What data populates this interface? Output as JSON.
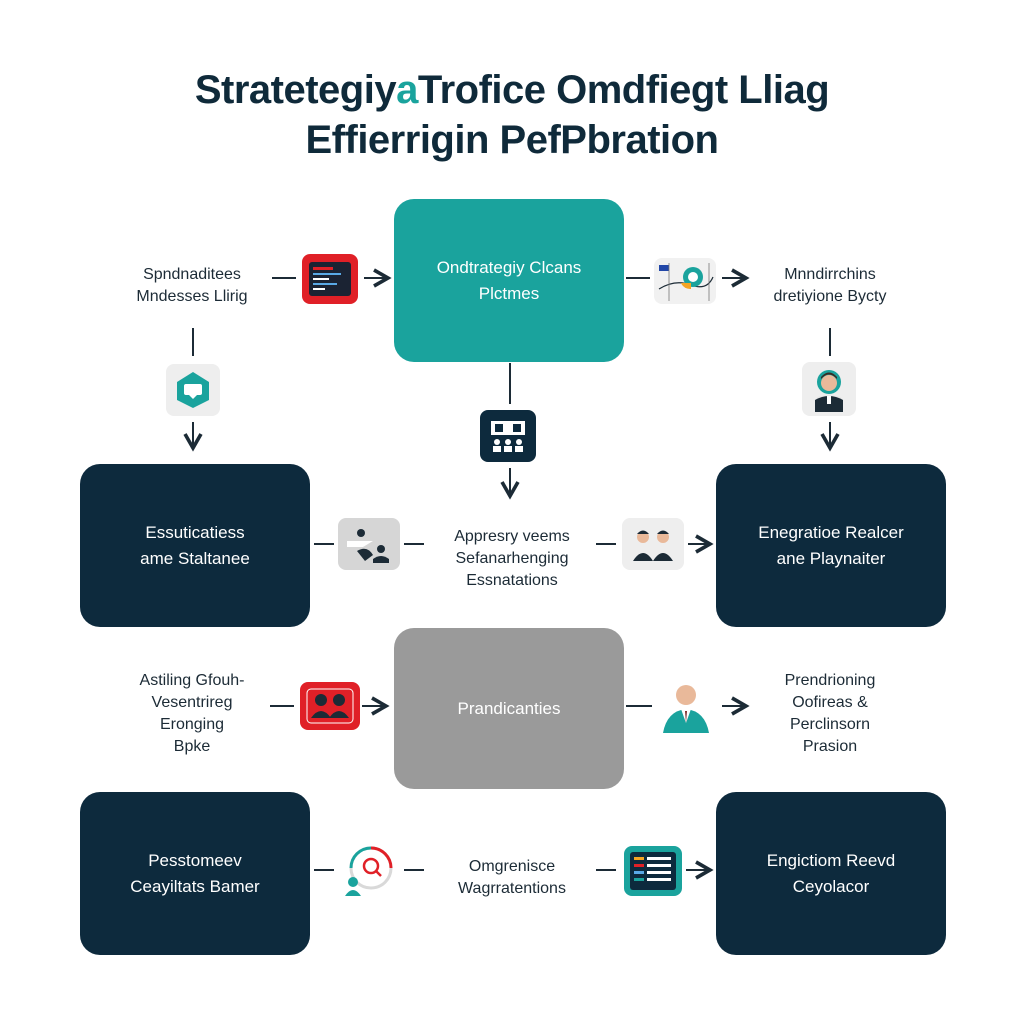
{
  "title": {
    "line1_a": "Stratetegiy",
    "line1_accent": "a",
    "line1_b": "Trofice Omdfiegt Lliag",
    "line2": "Effierrigin PefPbration"
  },
  "boxes": {
    "top_center": [
      "Ondtrategiy Clcans",
      "Plctmes"
    ],
    "mid_left": [
      "Essuticatiess",
      "ame Staltanee"
    ],
    "mid_right": [
      "Enegratioe Realcer",
      "ane Playnaiter"
    ],
    "center_gray": [
      "Prandicanties"
    ],
    "bot_left": [
      "Pesstomeev",
      "Ceayiltats Bamer"
    ],
    "bot_right": [
      "Engictiom Reevd",
      "Ceyolacor"
    ]
  },
  "labels": {
    "top_left": [
      "Spndnaditees",
      "Mndesses Llirig"
    ],
    "top_right": [
      "Mnndirrchins",
      "dretiyione Bycty"
    ],
    "mid_center": [
      "Appresry veems",
      "Sefanarhenging",
      "Essnatations"
    ],
    "row3_left": [
      "Astiling Gfouh-",
      "Vesentrireg",
      "Eronging",
      "Bpke"
    ],
    "row3_right": [
      "Prendrioning",
      "Oofireas &",
      "Perclinsorn",
      "Prasion"
    ],
    "bot_center": [
      "Omgrenisce",
      "Wagrratentions"
    ]
  },
  "icons": {
    "top_left": "code-window-icon",
    "top_right": "chart-sheet-icon",
    "left_down": "chat-bubble-icon",
    "right_down": "person-avatar-icon",
    "center_down": "team-presentation-icon",
    "mid_left": "handshake-icon",
    "mid_right": "two-people-icon",
    "row3_left": "group-icon",
    "row3_right": "businessman-icon",
    "bot_left": "analytics-cycle-icon",
    "bot_right": "data-list-icon"
  },
  "colors": {
    "dark": "#0d2a3d",
    "teal": "#1aa39d",
    "gray": "#9a9a9a",
    "red": "#e02027"
  }
}
